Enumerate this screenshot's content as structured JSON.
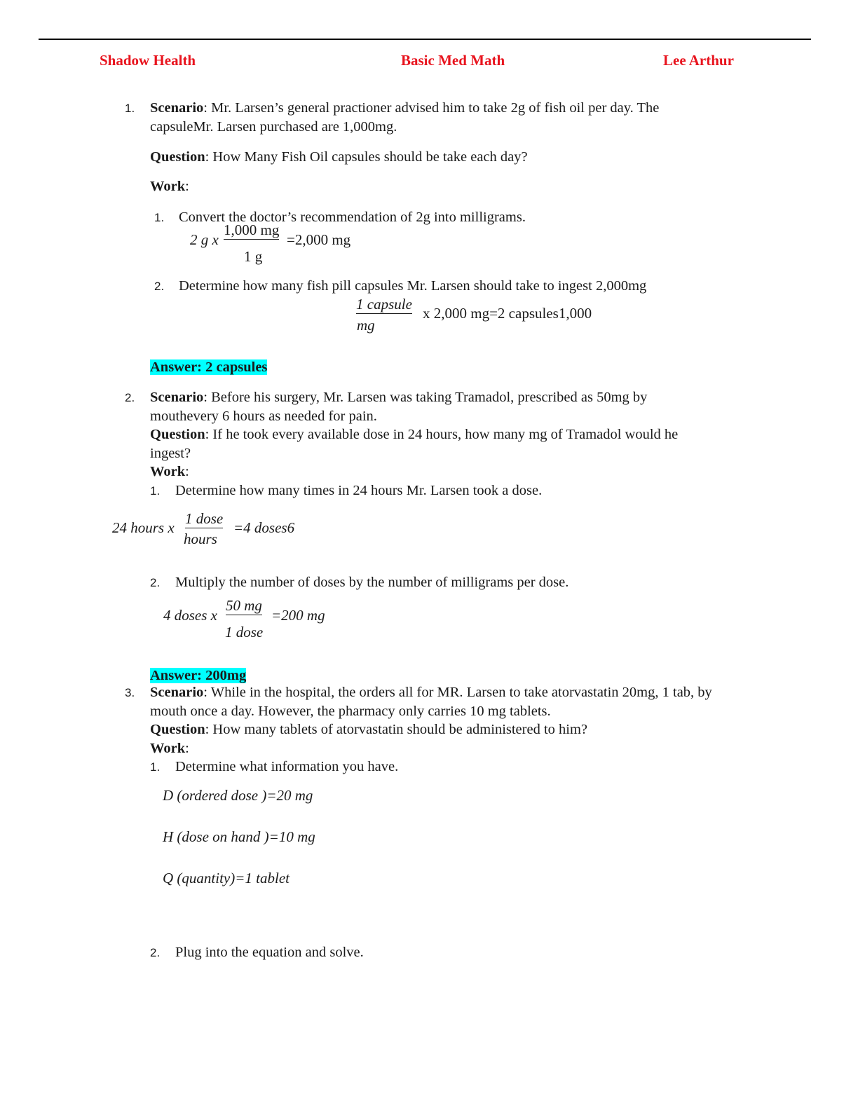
{
  "header": {
    "left": "Shadow Health",
    "center": "Basic Med Math",
    "right": "Lee Arthur"
  },
  "q1": {
    "number": "1.",
    "scenario_label": "Scenario",
    "scenario_line1": ": Mr. Larsen’s general practioner advised him to take 2g of fish oil per day. The",
    "scenario_line2": "capsuleMr. Larsen purchased are 1,000mg.",
    "question_label": "Question",
    "question_text": ": How Many Fish Oil capsules should be take each day?",
    "work_label": "Work",
    "work_colon": ":",
    "step1_num": "1.",
    "step1_text": "Convert the doctor’s recommendation of 2g into milligrams.",
    "eq1_left": "2 g x",
    "eq1_num": "1,000 mg",
    "eq1_den": "1 g",
    "eq1_result": "=2,000 mg",
    "step2_num": "2.",
    "step2_text": "Determine how many fish pill capsules Mr. Larsen should take to ingest 2,000mg",
    "eq2_num": "1 capsule",
    "eq2_den": "mg",
    "eq2_result": "x 2,000 mg=2 capsules1,000",
    "answer": "Answer: 2 capsules"
  },
  "q2": {
    "number": "2.",
    "scenario_label": "Scenario",
    "scenario_line1": ": Before his surgery, Mr. Larsen was taking Tramadol, prescribed as 50mg by",
    "scenario_line2": "mouthevery 6 hours as needed for pain.",
    "question_label": "Question",
    "question_line1": ": If he took every available dose in 24 hours, how many mg of Tramadol would he",
    "question_line2": "ingest?",
    "work_label": "Work",
    "work_colon": ":",
    "step1_num": "1.",
    "step1_text": "Determine how many times in 24 hours Mr. Larsen took a dose.",
    "eq1_left": "24 hours x",
    "eq1_num": "1 dose",
    "eq1_den": "hours",
    "eq1_result": "=4 doses6",
    "step2_num": "2.",
    "step2_text": "Multiply the number of doses by the number of milligrams per dose.",
    "eq2_left": "4 doses x",
    "eq2_num": "50 mg",
    "eq2_den": "1 dose",
    "eq2_result": "=200 mg",
    "answer": "Answer: 200mg"
  },
  "q3": {
    "number": "3.",
    "scenario_label": "Scenario",
    "scenario_line1": ": While in the hospital, the orders all for MR. Larsen to take atorvastatin 20mg, 1 tab, by",
    "scenario_line2": "mouth once a day. However, the pharmacy only carries 10 mg tablets.",
    "question_label": "Question",
    "question_text": ": How many tablets of atorvastatin should be administered to him?",
    "work_label": "Work",
    "work_colon": ":",
    "step1_num": "1.",
    "step1_text": "Determine what information you have.",
    "d_line": "D (ordered dose )=20 mg",
    "h_line": "H (dose on hand )=10  mg",
    "q_line": "Q (quantity)=1 tablet",
    "step2_num": "2.",
    "step2_text": "Plug into the equation and solve."
  }
}
